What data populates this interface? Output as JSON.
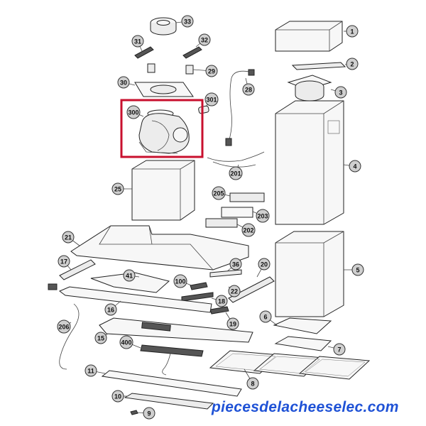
{
  "diagram": {
    "callouts": [
      {
        "id": "1",
        "label": "1"
      },
      {
        "id": "2",
        "label": "2"
      },
      {
        "id": "3",
        "label": "3"
      },
      {
        "id": "4",
        "label": "4"
      },
      {
        "id": "5",
        "label": "5"
      },
      {
        "id": "6",
        "label": "6"
      },
      {
        "id": "7",
        "label": "7"
      },
      {
        "id": "8",
        "label": "8"
      },
      {
        "id": "9",
        "label": "9"
      },
      {
        "id": "10",
        "label": "10"
      },
      {
        "id": "11",
        "label": "11"
      },
      {
        "id": "15",
        "label": "15"
      },
      {
        "id": "16",
        "label": "16"
      },
      {
        "id": "17",
        "label": "17"
      },
      {
        "id": "18",
        "label": "18"
      },
      {
        "id": "19",
        "label": "19"
      },
      {
        "id": "20",
        "label": "20"
      },
      {
        "id": "21",
        "label": "21"
      },
      {
        "id": "22",
        "label": "22"
      },
      {
        "id": "25",
        "label": "25"
      },
      {
        "id": "28",
        "label": "28"
      },
      {
        "id": "29",
        "label": "29"
      },
      {
        "id": "30",
        "label": "30"
      },
      {
        "id": "31",
        "label": "31"
      },
      {
        "id": "32",
        "label": "32"
      },
      {
        "id": "33",
        "label": "33"
      },
      {
        "id": "36",
        "label": "36"
      },
      {
        "id": "41",
        "label": "41"
      },
      {
        "id": "100",
        "label": "100"
      },
      {
        "id": "201",
        "label": "201"
      },
      {
        "id": "202",
        "label": "202"
      },
      {
        "id": "203",
        "label": "203"
      },
      {
        "id": "205",
        "label": "205"
      },
      {
        "id": "206",
        "label": "206"
      },
      {
        "id": "300",
        "label": "300"
      },
      {
        "id": "301",
        "label": "301"
      },
      {
        "id": "400",
        "label": "400"
      }
    ],
    "highlight_color": "#c8102e",
    "highlighted_part": "300"
  },
  "watermark": {
    "text": "piecesdelacheeselec.com",
    "color": "#1f52d6"
  }
}
